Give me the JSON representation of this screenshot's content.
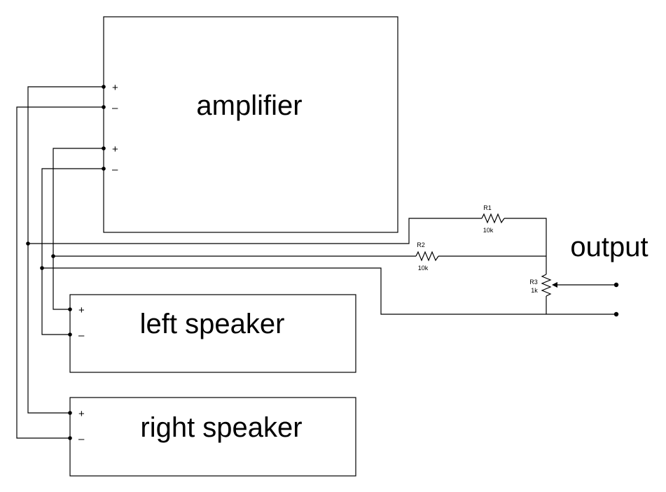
{
  "blocks": {
    "amplifier": "amplifier",
    "left_speaker": "left speaker",
    "right_speaker": "right speaker"
  },
  "output_label": "output",
  "terminals": {
    "plus": "+",
    "minus": "–"
  },
  "resistors": {
    "r1": {
      "ref": "R1",
      "value": "10k"
    },
    "r2": {
      "ref": "R2",
      "value": "10k"
    },
    "r3": {
      "ref": "R3",
      "value": "1k"
    }
  }
}
